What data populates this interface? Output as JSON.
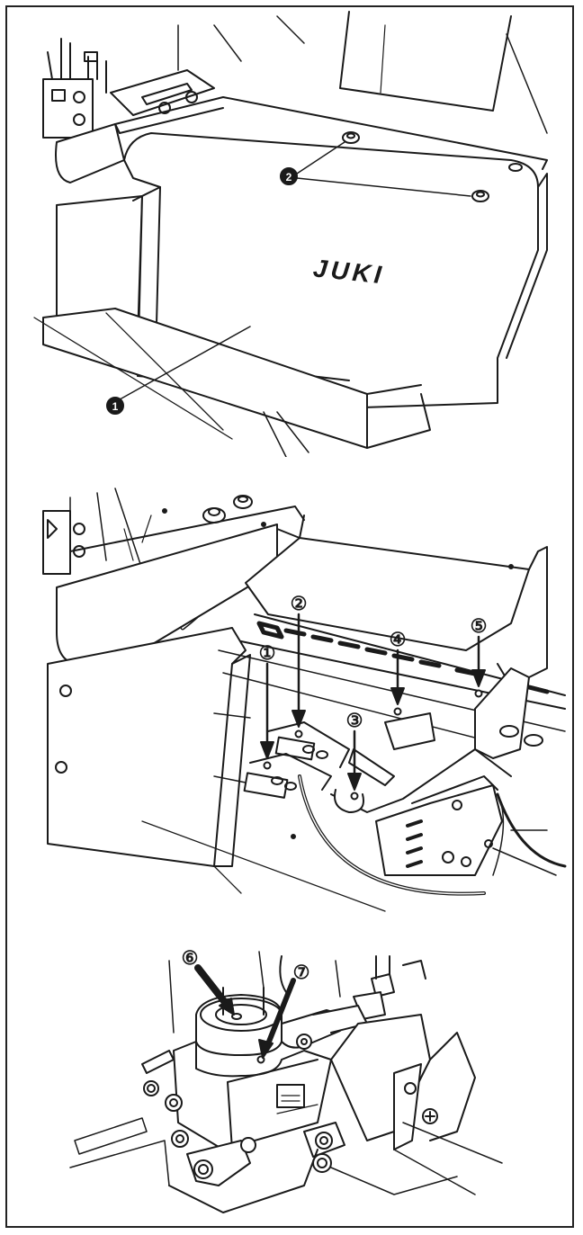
{
  "colors": {
    "ink": "#1a1a1a",
    "paper": "#ffffff",
    "shade": "#f3f3f3"
  },
  "figure1": {
    "logo": "JUKI",
    "callouts": {
      "cover": "1",
      "screws": "2"
    }
  },
  "figure2": {
    "callouts": [
      "①",
      "②",
      "③",
      "④",
      "⑤"
    ]
  },
  "figure3": {
    "callouts": [
      "⑥",
      "⑦"
    ]
  }
}
